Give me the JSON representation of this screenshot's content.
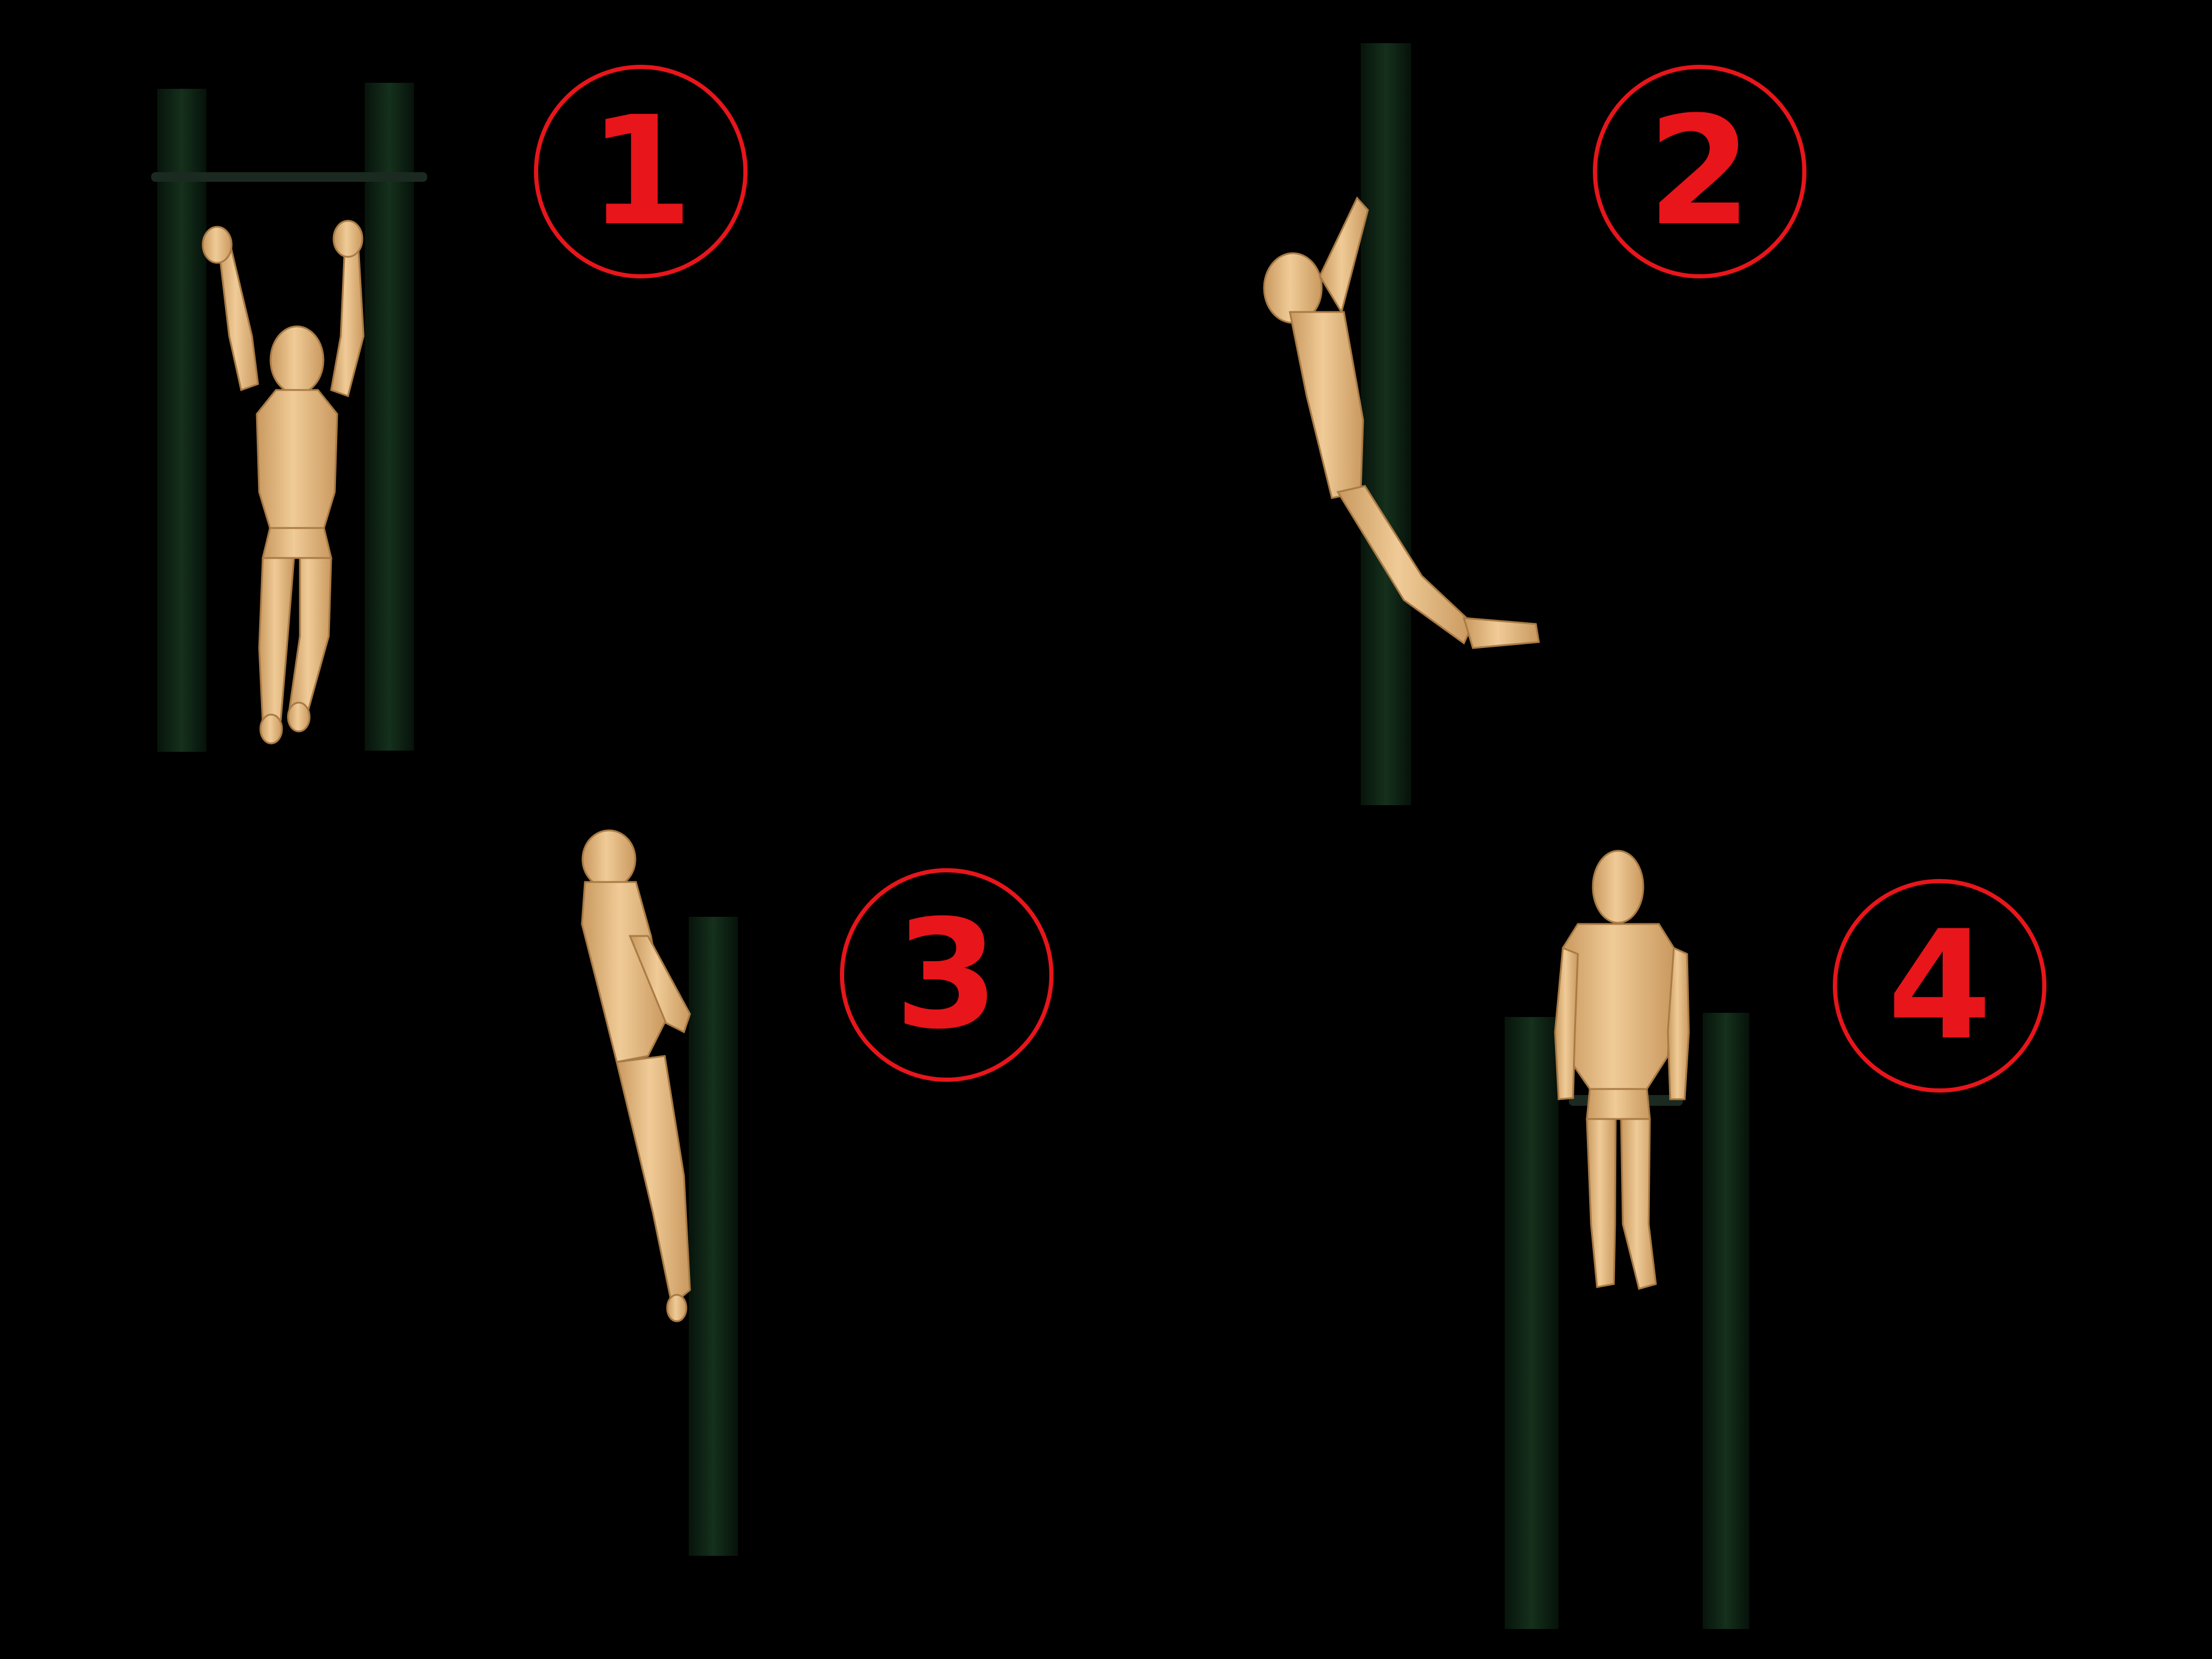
{
  "panels": [
    {
      "step": "1"
    },
    {
      "step": "2"
    },
    {
      "step": "3"
    },
    {
      "step": "4"
    }
  ],
  "colors": {
    "background": "#000000",
    "post": "#0d1f12",
    "figure": "#e9c28f",
    "figure_shade": "#c9995f",
    "badge": "#e8151b"
  }
}
